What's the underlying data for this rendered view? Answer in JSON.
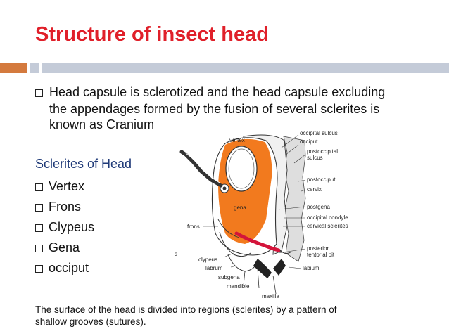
{
  "slide": {
    "title": "Structure of insect head",
    "intro_lines": [
      "Head capsule is sclerotized and the head capsule excluding",
      "the appendages formed by the fusion of several sclerites is",
      "known as Cranium"
    ],
    "subheading": "Sclerites of Head",
    "sclerites": [
      "Vertex",
      "Frons",
      "Clypeus",
      "Gena",
      "occiput"
    ],
    "footer_lines": [
      "The surface of the head is divided into regions (sclerites) by a pattern of",
      "shallow grooves (sutures)."
    ]
  },
  "diagram": {
    "labels": {
      "vertex": "vertex",
      "occipital_sulcus": "occipital sulcus",
      "occiput": "occiput",
      "postoccipital_1": "postoccipital",
      "postoccipital_2": "sulcus",
      "postocciput": "postocciput",
      "cervix": "cervix",
      "gena": "gena",
      "frons": "frons",
      "postgena": "postgena",
      "occipital_condyle": "occipital condyle",
      "cervical_sclerites": "cervical sclerites",
      "posterior_1": "posterior",
      "posterior_2": "tentorial pit",
      "clypeus": "clypeus",
      "labrum": "labrum",
      "labium": "labium",
      "subgena": "subgena",
      "mandible": "mandible",
      "maxilla": "maxilla",
      "edge": "s"
    },
    "colors": {
      "vertex_fill": "#f27a1e",
      "gena_stripe": "#d4143a"
    }
  }
}
